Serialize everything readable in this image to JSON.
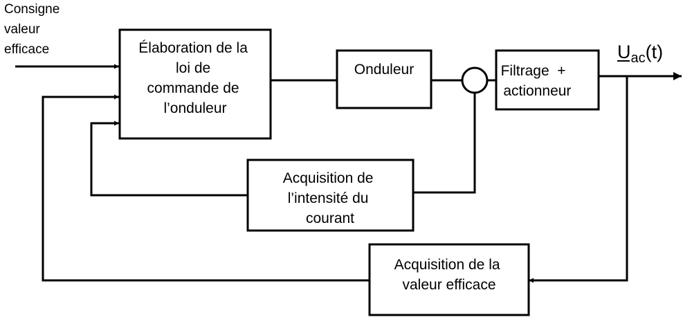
{
  "input": {
    "lines": [
      "Consigne",
      "valeur",
      "efficace"
    ]
  },
  "blocks": {
    "control_law": {
      "lines": [
        "Élaboration de la",
        "loi de",
        "commande de",
        "l’onduleur"
      ]
    },
    "inverter": {
      "lines": [
        "Onduleur"
      ]
    },
    "filter": {
      "lines": [
        "Filtrage  +",
        "actionneur"
      ]
    },
    "current_acq": {
      "lines": [
        "Acquisition de",
        "l’intensité du",
        "courant"
      ]
    },
    "rms_acq": {
      "lines": [
        "Acquisition de la",
        "valeur efficace"
      ]
    }
  },
  "output": {
    "symbol": "U",
    "subscript": "ac",
    "suffix": "(t)"
  }
}
